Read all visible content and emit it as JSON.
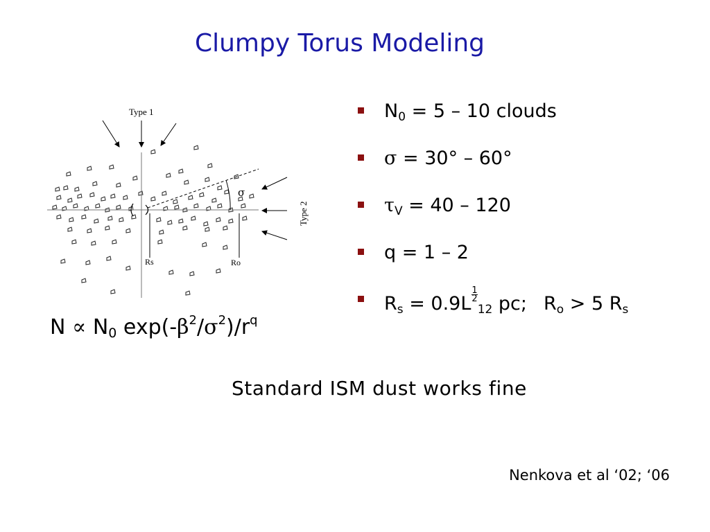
{
  "slide": {
    "title": "Clumpy Torus Modeling",
    "title_color": "#1a1aa6",
    "bullet_color": "#8b1010"
  },
  "diagram": {
    "type1_label": "Type 1",
    "type2_label": "Type 2",
    "sigma_label": "σ",
    "rs_label": "Rs",
    "ro_label": "Ro"
  },
  "bullets": [
    {
      "a": "N",
      "sub": "0",
      "b": " = 5 – 10 clouds"
    },
    {
      "sym": "σ",
      "b": " = 30° – 60°"
    },
    {
      "sym": "τ",
      "sub": "V",
      "b": " = 40 – 120"
    },
    {
      "b": "q = 1 – 2"
    },
    {
      "a": "R",
      "sub": "s",
      "b": " = 0.9L",
      "frac_num": "1",
      "frac_den": "2",
      "sub2": "12",
      "c": " pc;",
      "d": "R",
      "sub3": "o",
      "e": " > 5 R",
      "sub4": "s"
    }
  ],
  "formula": {
    "p1": "N ",
    "prop": "∝",
    "p2": " N",
    "sub": "0",
    "p3": " exp(-",
    "beta": "β",
    "sup1": "2",
    "p4": "/",
    "sigma": "σ",
    "sup2": "2",
    "p5": ")/r",
    "sup3": "q"
  },
  "caption": "Standard ISM dust works fine",
  "reference": "Nenkova et al ‘02; ‘06"
}
